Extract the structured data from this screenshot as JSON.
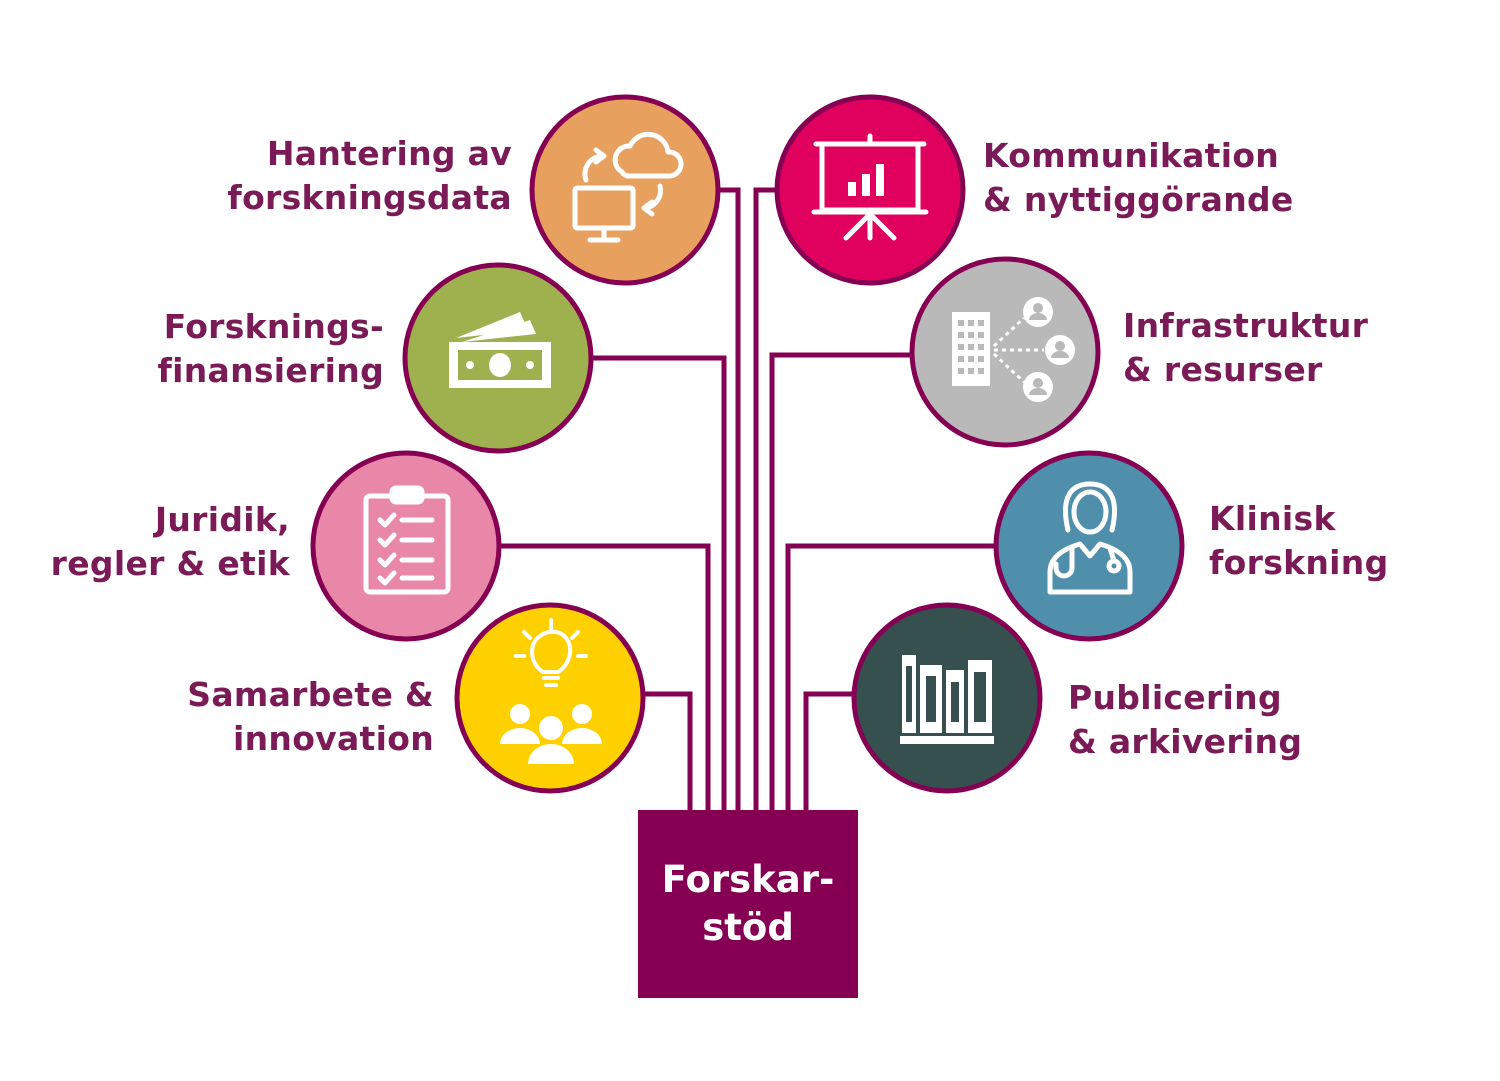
{
  "colors": {
    "brand": "#850052",
    "line": "#850052",
    "text": "#7a1a56",
    "data": "#e8a05f",
    "communication": "#e0005e",
    "funding": "#9fb04f",
    "infrastructure": "#b9b9b9",
    "law": "#e887a8",
    "clinical": "#4f8fab",
    "collaboration": "#ffd000",
    "publishing": "#36504f"
  },
  "hub": {
    "line1": "Forskar-",
    "line2": "stöd"
  },
  "nodes": [
    {
      "id": "data",
      "line1": "Hantering av",
      "line2": "forskningsdata",
      "icon": "cloud-computer-sync-icon"
    },
    {
      "id": "communication",
      "line1": "Kommunikation",
      "line2": "& nyttiggörande",
      "icon": "presentation-chart-icon"
    },
    {
      "id": "funding",
      "line1": "Forsknings-",
      "line2": "finansiering",
      "icon": "money-icon"
    },
    {
      "id": "infrastructure",
      "line1": "Infrastruktur",
      "line2": "& resurser",
      "icon": "building-network-icon"
    },
    {
      "id": "law",
      "line1": "Juridik,",
      "line2": "regler & etik",
      "icon": "clipboard-checklist-icon"
    },
    {
      "id": "clinical",
      "line1": "Klinisk",
      "line2": "forskning",
      "icon": "doctor-icon"
    },
    {
      "id": "collaboration",
      "line1": "Samarbete &",
      "line2": "innovation",
      "icon": "lightbulb-team-icon"
    },
    {
      "id": "publishing",
      "line1": "Publicering",
      "line2": "& arkivering",
      "icon": "books-icon"
    }
  ]
}
